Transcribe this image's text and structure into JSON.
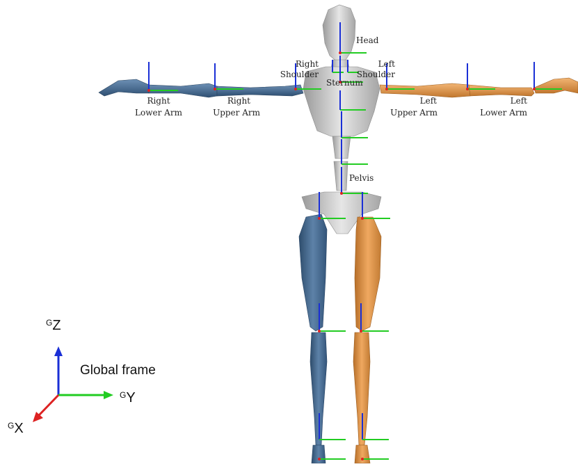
{
  "colors": {
    "right_body": "#4a6f93",
    "left_body": "#d69145",
    "trunk": "#c8c8c8",
    "axis_z": "#1a2fd6",
    "axis_y": "#22cc22",
    "axis_x": "#dd2222",
    "background": "#ffffff"
  },
  "segment_labels": {
    "head": "Head",
    "right_shoulder_1": "Right",
    "right_shoulder_2": "Shoulder",
    "left_shoulder_1": "Left",
    "left_shoulder_2": "Shoulder",
    "sternum": "Sternum",
    "right_lower_arm_1": "Right",
    "right_lower_arm_2": "Lower Arm",
    "right_upper_arm_1": "Right",
    "right_upper_arm_2": "Upper Arm",
    "left_upper_arm_1": "Left",
    "left_upper_arm_2": "Upper Arm",
    "left_lower_arm_1": "Left",
    "left_lower_arm_2": "Lower Arm",
    "pelvis": "Pelvis"
  },
  "global_frame": {
    "title": "Global frame",
    "z_prefix": "G",
    "z_axis": "Z",
    "y_prefix": "G",
    "y_axis": "Y",
    "x_prefix": "G",
    "x_axis": "X"
  }
}
